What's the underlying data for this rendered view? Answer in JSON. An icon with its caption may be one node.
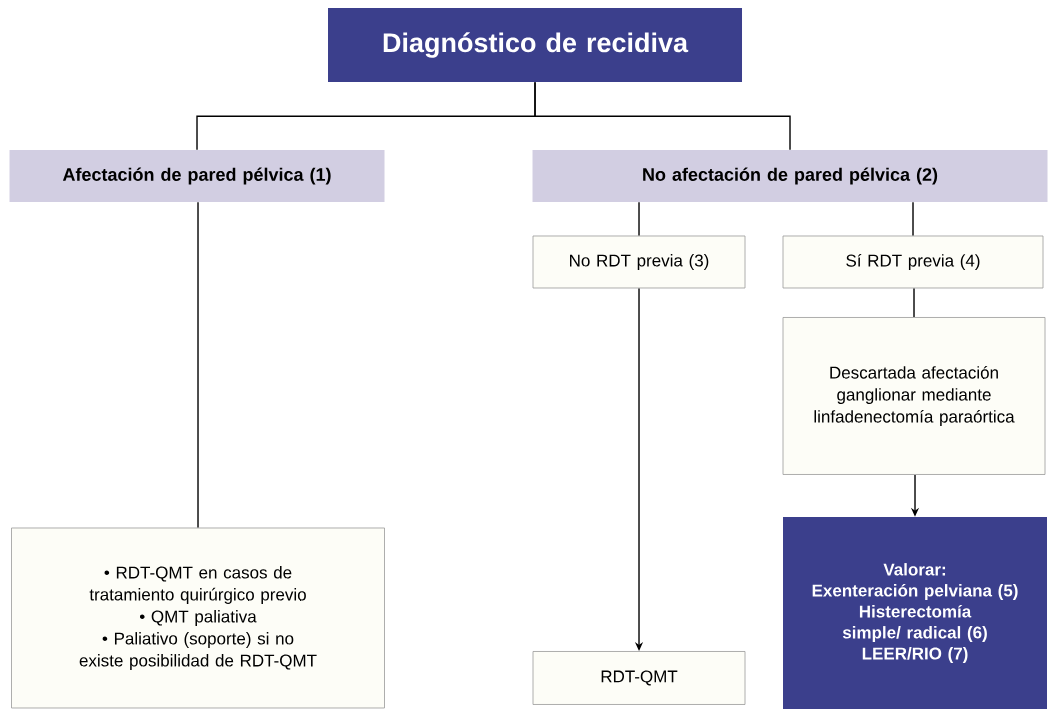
{
  "diagram": {
    "nodes": [
      {
        "text": [
          "Diagnóstico de recidiva"
        ]
      },
      {
        "text": [
          "Afectación de pared pélvica (1)"
        ]
      },
      {
        "text": [
          "No afectación de pared pélvica (2)"
        ]
      },
      {
        "text": [
          "No RDT previa (3)"
        ]
      },
      {
        "text": [
          "Sí RDT previa (4)"
        ]
      },
      {
        "text": [
          "Descartada afectación ganglionar mediante linfadenectomía paraórtica"
        ]
      },
      {
        "text": [
          "• RDT-QMT en casos de tratamiento quirúrgico previo",
          "• QMT paliativa",
          "• Paliativo (soporte) si no existe posibilidad de RDT-QMT"
        ]
      },
      {
        "text": [
          "RDT-QMT"
        ]
      },
      {
        "text": [
          "Valorar:",
          "Exenteración pelviana (5)",
          "Histerectomía simple/ radical (6)",
          "LEER/RIO (7)"
        ]
      }
    ],
    "edges": [
      {
        "from": 0,
        "to": 1,
        "arrow": "none"
      },
      {
        "from": 0,
        "to": 2,
        "arrow": "none"
      },
      {
        "from": 1,
        "to": 6,
        "arrow": "none"
      },
      {
        "from": 2,
        "to": 3,
        "arrow": "none"
      },
      {
        "from": 2,
        "to": 4,
        "arrow": "none"
      },
      {
        "from": 3,
        "to": 7,
        "arrow": "to"
      },
      {
        "from": 4,
        "to": 5,
        "arrow": "none"
      },
      {
        "from": 5,
        "to": 8,
        "arrow": "to"
      }
    ]
  }
}
